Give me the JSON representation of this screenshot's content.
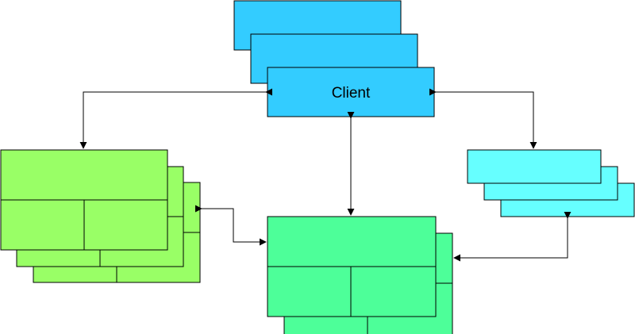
{
  "nodes": {
    "client": {
      "label": "Client",
      "color": "#33ccff"
    },
    "left_table_stack": {
      "color": "#99ff66"
    },
    "center_table_stack": {
      "color": "#4dff99"
    },
    "right_stack": {
      "color": "#66ffff"
    }
  },
  "connections": [
    {
      "from": "client",
      "to": "left_table_stack",
      "direction": "bidirectional"
    },
    {
      "from": "client",
      "to": "right_stack",
      "direction": "bidirectional"
    },
    {
      "from": "client",
      "to": "center_table_stack",
      "direction": "bidirectional"
    },
    {
      "from": "left_table_stack",
      "to": "center_table_stack",
      "direction": "bidirectional"
    },
    {
      "from": "right_stack",
      "to": "center_table_stack",
      "direction": "bidirectional"
    }
  ]
}
